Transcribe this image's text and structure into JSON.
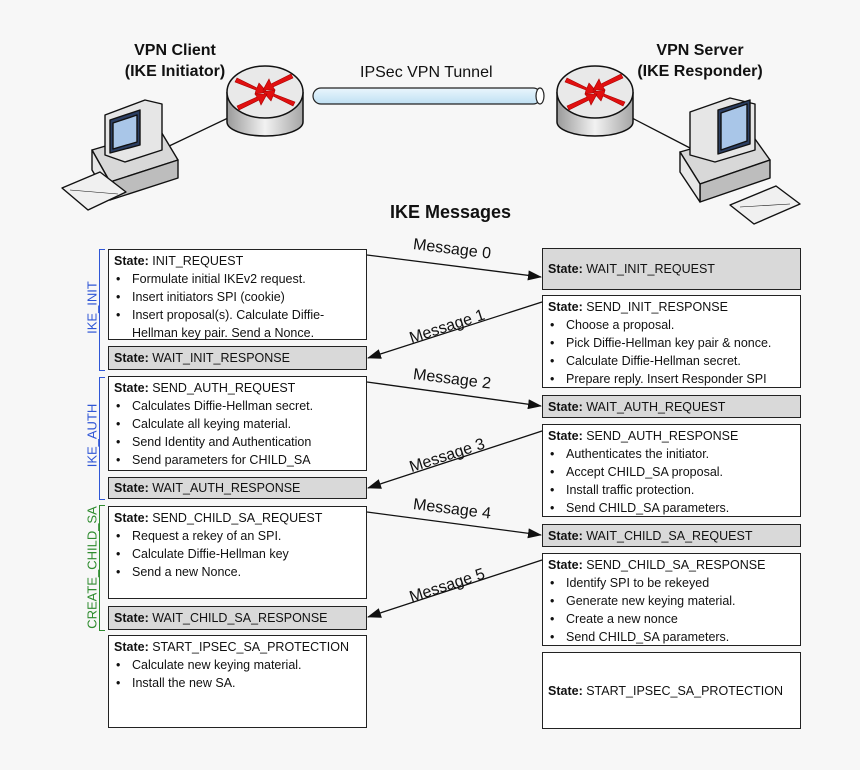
{
  "nodes": {
    "client": {
      "title_line1": "VPN Client",
      "title_line2": "(IKE Initiator)"
    },
    "server": {
      "title_line1": "VPN Server",
      "title_line2": "(IKE Responder)"
    },
    "tunnel_label": "IPSec VPN Tunnel"
  },
  "section_title": "IKE Messages",
  "colors": {
    "ike_phase": "#2f56d6",
    "child_phase": "#2e8b2e",
    "router_arrows": "#e01010",
    "tunnel_fill": "#cfe6f5",
    "gray_state": "#d9d9d9"
  },
  "phases": [
    {
      "label": "IKE_INIT"
    },
    {
      "label": "IKE_AUTH"
    },
    {
      "label": "CREATE_CHILD_SA"
    }
  ],
  "state_prefix": "State:",
  "initiator": [
    {
      "state": "INIT_REQUEST",
      "bullets": [
        "Formulate initial IKEv2 request.",
        "Insert initiators SPI (cookie)",
        "Insert proposal(s). Calculate Diffie-Hellman key pair. Send a Nonce."
      ]
    },
    {
      "state": "WAIT_INIT_RESPONSE",
      "bullets": []
    },
    {
      "state": "SEND_AUTH_REQUEST",
      "bullets": [
        "Calculates Diffie-Hellman secret.",
        "Calculate all keying material.",
        "Send Identity and Authentication",
        "Send parameters for CHILD_SA"
      ]
    },
    {
      "state": "WAIT_AUTH_RESPONSE",
      "bullets": []
    },
    {
      "state": "SEND_CHILD_SA_REQUEST",
      "bullets": [
        "Request a rekey of an SPI.",
        "Calculate Diffie-Hellman key",
        "Send a new Nonce."
      ]
    },
    {
      "state": "WAIT_CHILD_SA_RESPONSE",
      "bullets": []
    },
    {
      "state": "START_IPSEC_SA_PROTECTION",
      "bullets": [
        "Calculate new keying material.",
        "Install the new SA."
      ]
    }
  ],
  "responder": [
    {
      "state": "WAIT_INIT_REQUEST",
      "bullets": []
    },
    {
      "state": "SEND_INIT_RESPONSE",
      "bullets": [
        "Choose a proposal.",
        "Pick Diffie-Hellman key pair & nonce.",
        "Calculate Diffie-Hellman secret.",
        "Prepare reply. Insert Responder SPI"
      ]
    },
    {
      "state": "WAIT_AUTH_REQUEST",
      "bullets": []
    },
    {
      "state": "SEND_AUTH_RESPONSE",
      "bullets": [
        "Authenticates the initiator.",
        "Accept CHILD_SA proposal.",
        "Install traffic protection.",
        "Send CHILD_SA parameters."
      ]
    },
    {
      "state": "WAIT_CHILD_SA_REQUEST",
      "bullets": []
    },
    {
      "state": "SEND_CHILD_SA_RESPONSE",
      "bullets": [
        "Identify SPI to be rekeyed",
        "Generate new keying material.",
        "Create a new nonce",
        "Send CHILD_SA parameters."
      ]
    },
    {
      "state": "START_IPSEC_SA_PROTECTION",
      "bullets": []
    }
  ],
  "messages": [
    {
      "label": "Message 0",
      "direction": "initiator-to-responder"
    },
    {
      "label": "Message 1",
      "direction": "responder-to-initiator"
    },
    {
      "label": "Message 2",
      "direction": "initiator-to-responder"
    },
    {
      "label": "Message 3",
      "direction": "responder-to-initiator"
    },
    {
      "label": "Message 4",
      "direction": "initiator-to-responder"
    },
    {
      "label": "Message 5",
      "direction": "responder-to-initiator"
    }
  ]
}
